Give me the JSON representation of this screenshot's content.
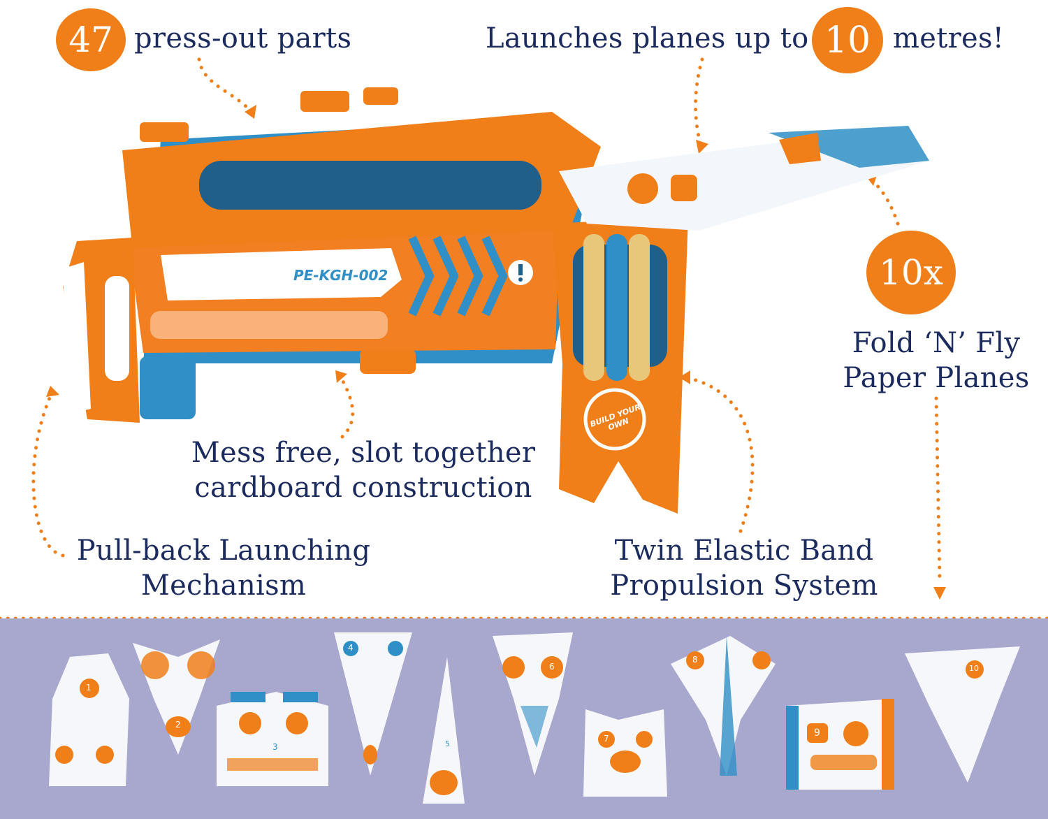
{
  "badges": {
    "parts_count": "47",
    "range_metres": "10",
    "planes_count": "10x"
  },
  "features": {
    "parts_label": "press-out parts",
    "range_prefix": "Launches planes up to",
    "range_suffix": "metres!",
    "planes_line1": "Fold ‘N’ Fly",
    "planes_line2": "Paper Planes",
    "construction_line1": "Mess free, slot together",
    "construction_line2": "cardboard construction",
    "pullback_line1": "Pull-back Launching",
    "pullback_line2": "Mechanism",
    "elastic_line1": "Twin Elastic Band",
    "elastic_line2": "Propulsion System"
  },
  "launcher": {
    "model_code": "PE-KGH-002",
    "brand_mark": "BUILD YOUR OWN"
  },
  "planes": [
    {
      "number": "1"
    },
    {
      "number": "2"
    },
    {
      "number": "3"
    },
    {
      "number": "4"
    },
    {
      "number": "5"
    },
    {
      "number": "6"
    },
    {
      "number": "7"
    },
    {
      "number": "8"
    },
    {
      "number": "9"
    },
    {
      "number": "10"
    }
  ],
  "colors": {
    "accent_orange": "#f07f1a",
    "navy_text": "#1c2b5e",
    "launcher_blue": "#2f8fc6",
    "tray_lavender": "#a8a8cf"
  }
}
